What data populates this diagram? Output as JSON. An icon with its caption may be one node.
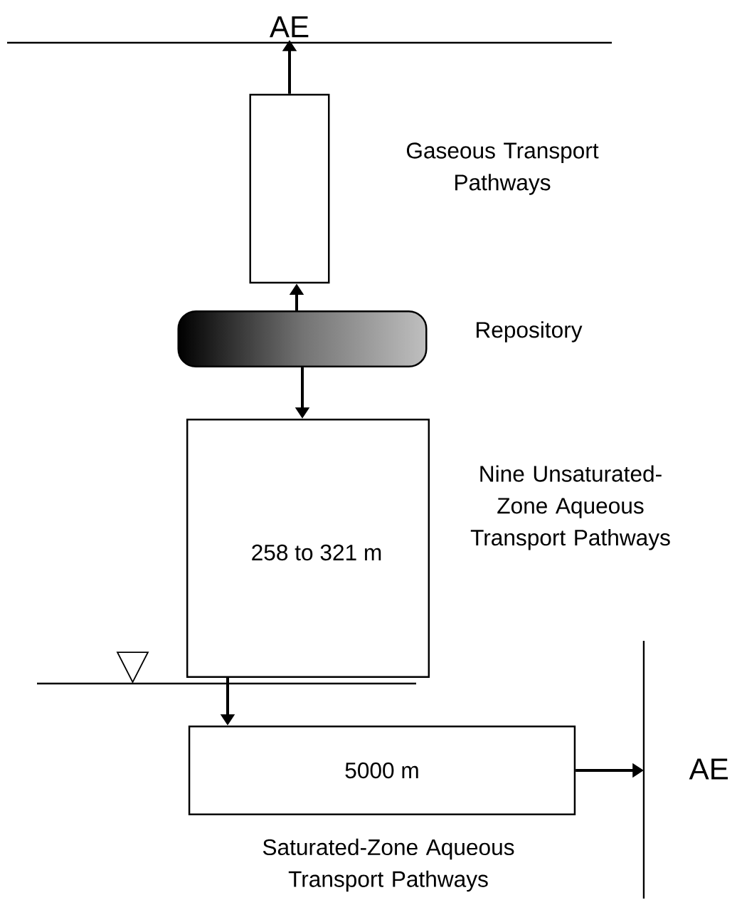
{
  "diagram": {
    "nodes": [
      {
        "text": [
          "AE"
        ]
      },
      {
        "text": [],
        "shape": "box",
        "beside": [
          "Gaseous Transport Pathways"
        ]
      },
      {
        "text": [],
        "shape": "bar",
        "beside": [
          "Repository"
        ]
      },
      {
        "text": [
          "258 to 321 m"
        ],
        "beside": [
          "Nine Unsaturated-Zone Aqueous Transport Pathways"
        ]
      },
      {
        "text": [
          "5000 m"
        ],
        "beside": [
          "Saturated-Zone Aqueous Transport Pathways"
        ]
      },
      {
        "text": [
          "AE"
        ]
      }
    ],
    "edges": [
      {
        "from": 1,
        "to": 0,
        "arrow": "to"
      },
      {
        "from": 2,
        "to": 1,
        "arrow": "to"
      },
      {
        "from": 2,
        "to": 3,
        "arrow": "to"
      },
      {
        "from": 3,
        "to": 4,
        "arrow": "to"
      },
      {
        "from": 4,
        "to": 5,
        "arrow": "to"
      }
    ]
  }
}
